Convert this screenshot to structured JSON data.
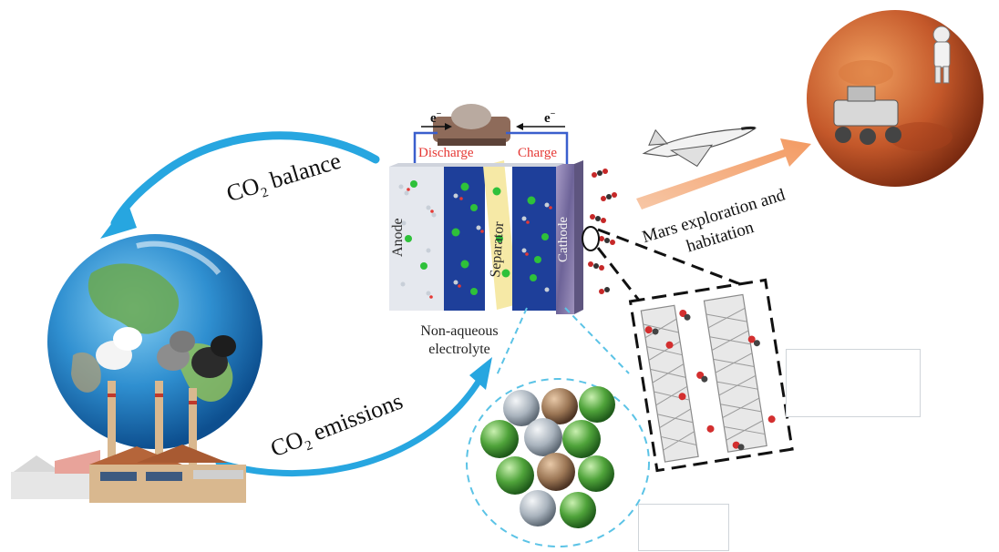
{
  "labels": {
    "co2_balance_prefix": "CO",
    "co2_balance_sub": "2",
    "co2_balance_suffix": " balance",
    "co2_emissions_prefix": "CO",
    "co2_emissions_sub": "2",
    "co2_emissions_suffix": " emissions",
    "discharge": "Discharge",
    "charge": "Charge",
    "electron_left": "e",
    "electron_right": "e",
    "electron_sup": "−",
    "anode": "Anode",
    "separator": "Separator",
    "cathode": "Cathode",
    "electrolyte_line1": "Non-aqueous",
    "electrolyte_line2": "electrolyte",
    "mars_line1": "Mars exploration and",
    "mars_line2": "habitation"
  },
  "colors": {
    "cycle_arrow": "#27a6e0",
    "mars_arrow": "#f5b28b",
    "electrolyte_blue": "#1e3f9a",
    "separator_yellow": "#f6e9a6",
    "anode_grey": "#e5e8ee",
    "cathode_purple": "#8a7fb0",
    "lithium_green": "#2ec13a",
    "mars_red": "#c4582a",
    "dashed_blue": "#5bc3e6"
  }
}
